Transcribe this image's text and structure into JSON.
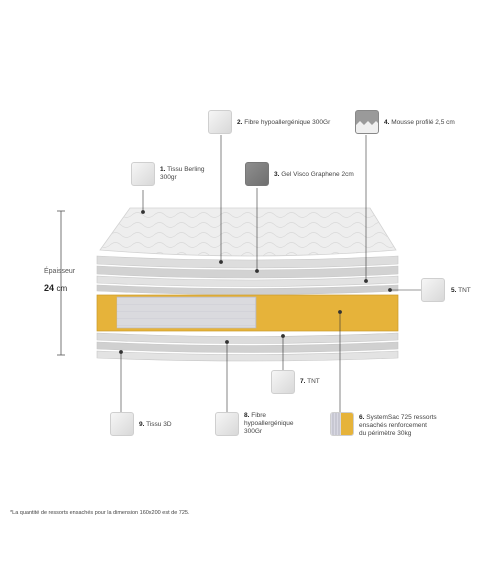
{
  "thickness": {
    "label": "Épaisseur",
    "value": "24",
    "unit": "cm"
  },
  "layers": [
    {
      "num": "1.",
      "name": "Tissu Berling",
      "sub": "300gr"
    },
    {
      "num": "2.",
      "name": "Fibre hypoallergénique 300Gr",
      "sub": ""
    },
    {
      "num": "3.",
      "name": "Gel Visco Graphene 2cm",
      "sub": ""
    },
    {
      "num": "4.",
      "name": "Mousse profilé 2,5 cm",
      "sub": ""
    },
    {
      "num": "5.",
      "name": "TNT",
      "sub": ""
    },
    {
      "num": "6.",
      "name": "SystemSac 725 ressorts",
      "sub": "ensachés renforcement",
      "sub2": "du périmètre 30kg"
    },
    {
      "num": "7.",
      "name": "TNT",
      "sub": ""
    },
    {
      "num": "8.",
      "name": "Fibre",
      "sub": "hypoallergénique",
      "sub2": "300Gr"
    },
    {
      "num": "9.",
      "name": "Tissu 3D",
      "sub": ""
    }
  ],
  "footnote": "*La quantité de ressorts ensachés pour la dimension 160x200 est de 725.",
  "colors": {
    "yellow": "#e6b33a",
    "fabric": "#e9e9e9",
    "dark": "#6f6f6f"
  }
}
